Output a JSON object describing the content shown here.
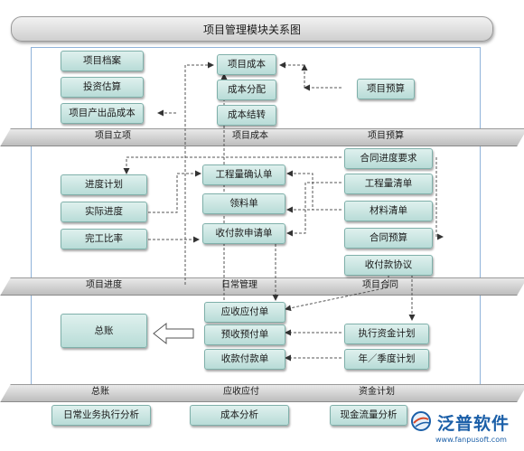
{
  "title": "项目管理模块关系图",
  "bands": {
    "b1": [
      "项目立项",
      "项目成本",
      "项目预算"
    ],
    "b2": [
      "项目进度",
      "日常管理",
      "项目合同"
    ],
    "b3": [
      "总账",
      "应收应付",
      "资金计划"
    ]
  },
  "boxes": {
    "project_archive": "项目档案",
    "investment_estimate": "投资估算",
    "project_output_cost": "项目产出品成本",
    "project_cost": "项目成本",
    "cost_allocation": "成本分配",
    "cost_carryover": "成本结转",
    "project_budget": "项目预算",
    "contract_progress_req": "合同进度要求",
    "bill_of_quantities": "工程量清单",
    "material_list": "材料清单",
    "contract_budget": "合同预算",
    "payment_agreement": "收付款协议",
    "progress_plan": "进度计划",
    "actual_progress": "实际进度",
    "completion_ratio": "完工比率",
    "quantity_confirmation": "工程量确认单",
    "material_requisition": "领料单",
    "payment_request": "收付款申请单",
    "receivable_payable": "应收应付单",
    "advance_receipt": "预收预付单",
    "receipt_payment": "收款付款单",
    "general_ledger": "总账",
    "fund_plan_execution": "执行资金计划",
    "annual_quarterly_plan": "年／季度计划",
    "daily_business_analysis": "日常业务执行分析",
    "cost_analysis": "成本分析",
    "cash_flow_analysis": "现金流量分析"
  },
  "logo": {
    "text": "泛普软件",
    "url": "www.fanpusoft.com"
  },
  "colors": {
    "box_fill": "#c9e6e2",
    "box_border": "#7fb0aa",
    "frame": "#8fb3d9",
    "brand": "#1b5fa8"
  }
}
